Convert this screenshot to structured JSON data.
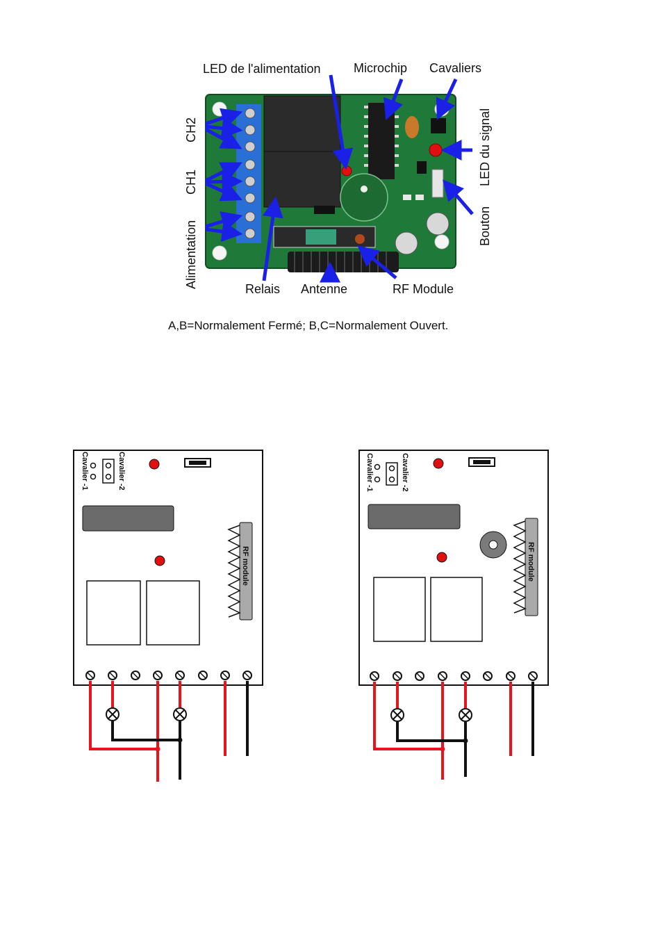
{
  "photo_labels": {
    "led_power": "LED de l'alimentation",
    "microchip": "Microchip",
    "jumpers": "Cavaliers",
    "ch2": "CH2",
    "ch1": "CH1",
    "power": "Alimentation",
    "led_signal": "LED du signal",
    "button": "Bouton",
    "relays": "Relais",
    "antenna": "Antenne",
    "rf_module": "RF Module"
  },
  "caption": "A,B=Normalement Fermé; B,C=Normalement Ouvert.",
  "diagrams": [
    {
      "jumper1": "Cavalier -1",
      "jumper2": "Cavalier -2",
      "rf_label": "RF module",
      "has_buzzer": false
    },
    {
      "jumper1": "Cavalier -1",
      "jumper2": "Cavalier -2",
      "rf_label": "RF module",
      "has_buzzer": true
    }
  ],
  "colors": {
    "wire_red": "#e8141b",
    "wire_black": "#111111",
    "arrow_blue": "#1a20e6",
    "pcb_green": "#1f7a3a",
    "terminal_blue": "#2a6fd6",
    "led_red": "#e01010"
  }
}
